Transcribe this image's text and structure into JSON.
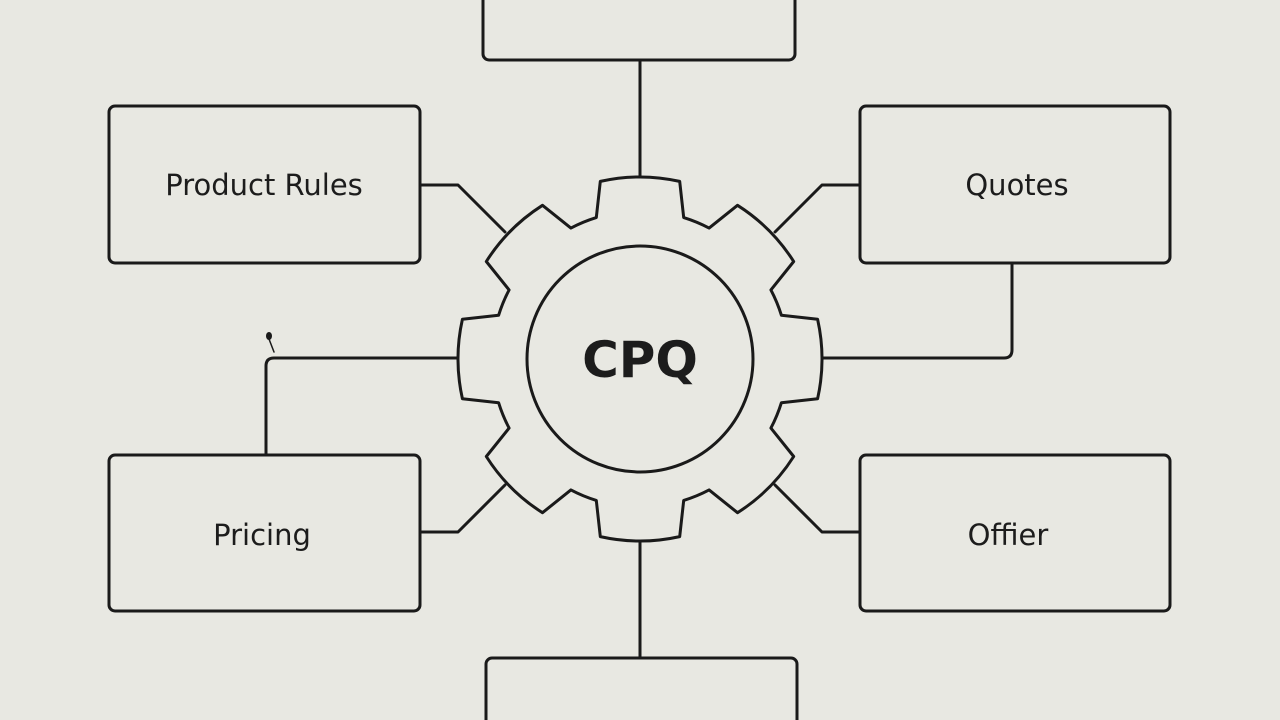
{
  "hub": {
    "label": "CPQ",
    "icon": "gear-icon"
  },
  "nodes": {
    "top": {
      "label": ""
    },
    "product_rules": {
      "label": "Product Rules"
    },
    "quotes": {
      "label": "Quotes"
    },
    "pricing": {
      "label": "Pricing"
    },
    "offier": {
      "label": "Offier"
    },
    "bottom": {
      "label": ""
    }
  },
  "colors": {
    "background": "#e8e8e2",
    "stroke": "#1a1a1a",
    "text": "#1c1c1c"
  }
}
